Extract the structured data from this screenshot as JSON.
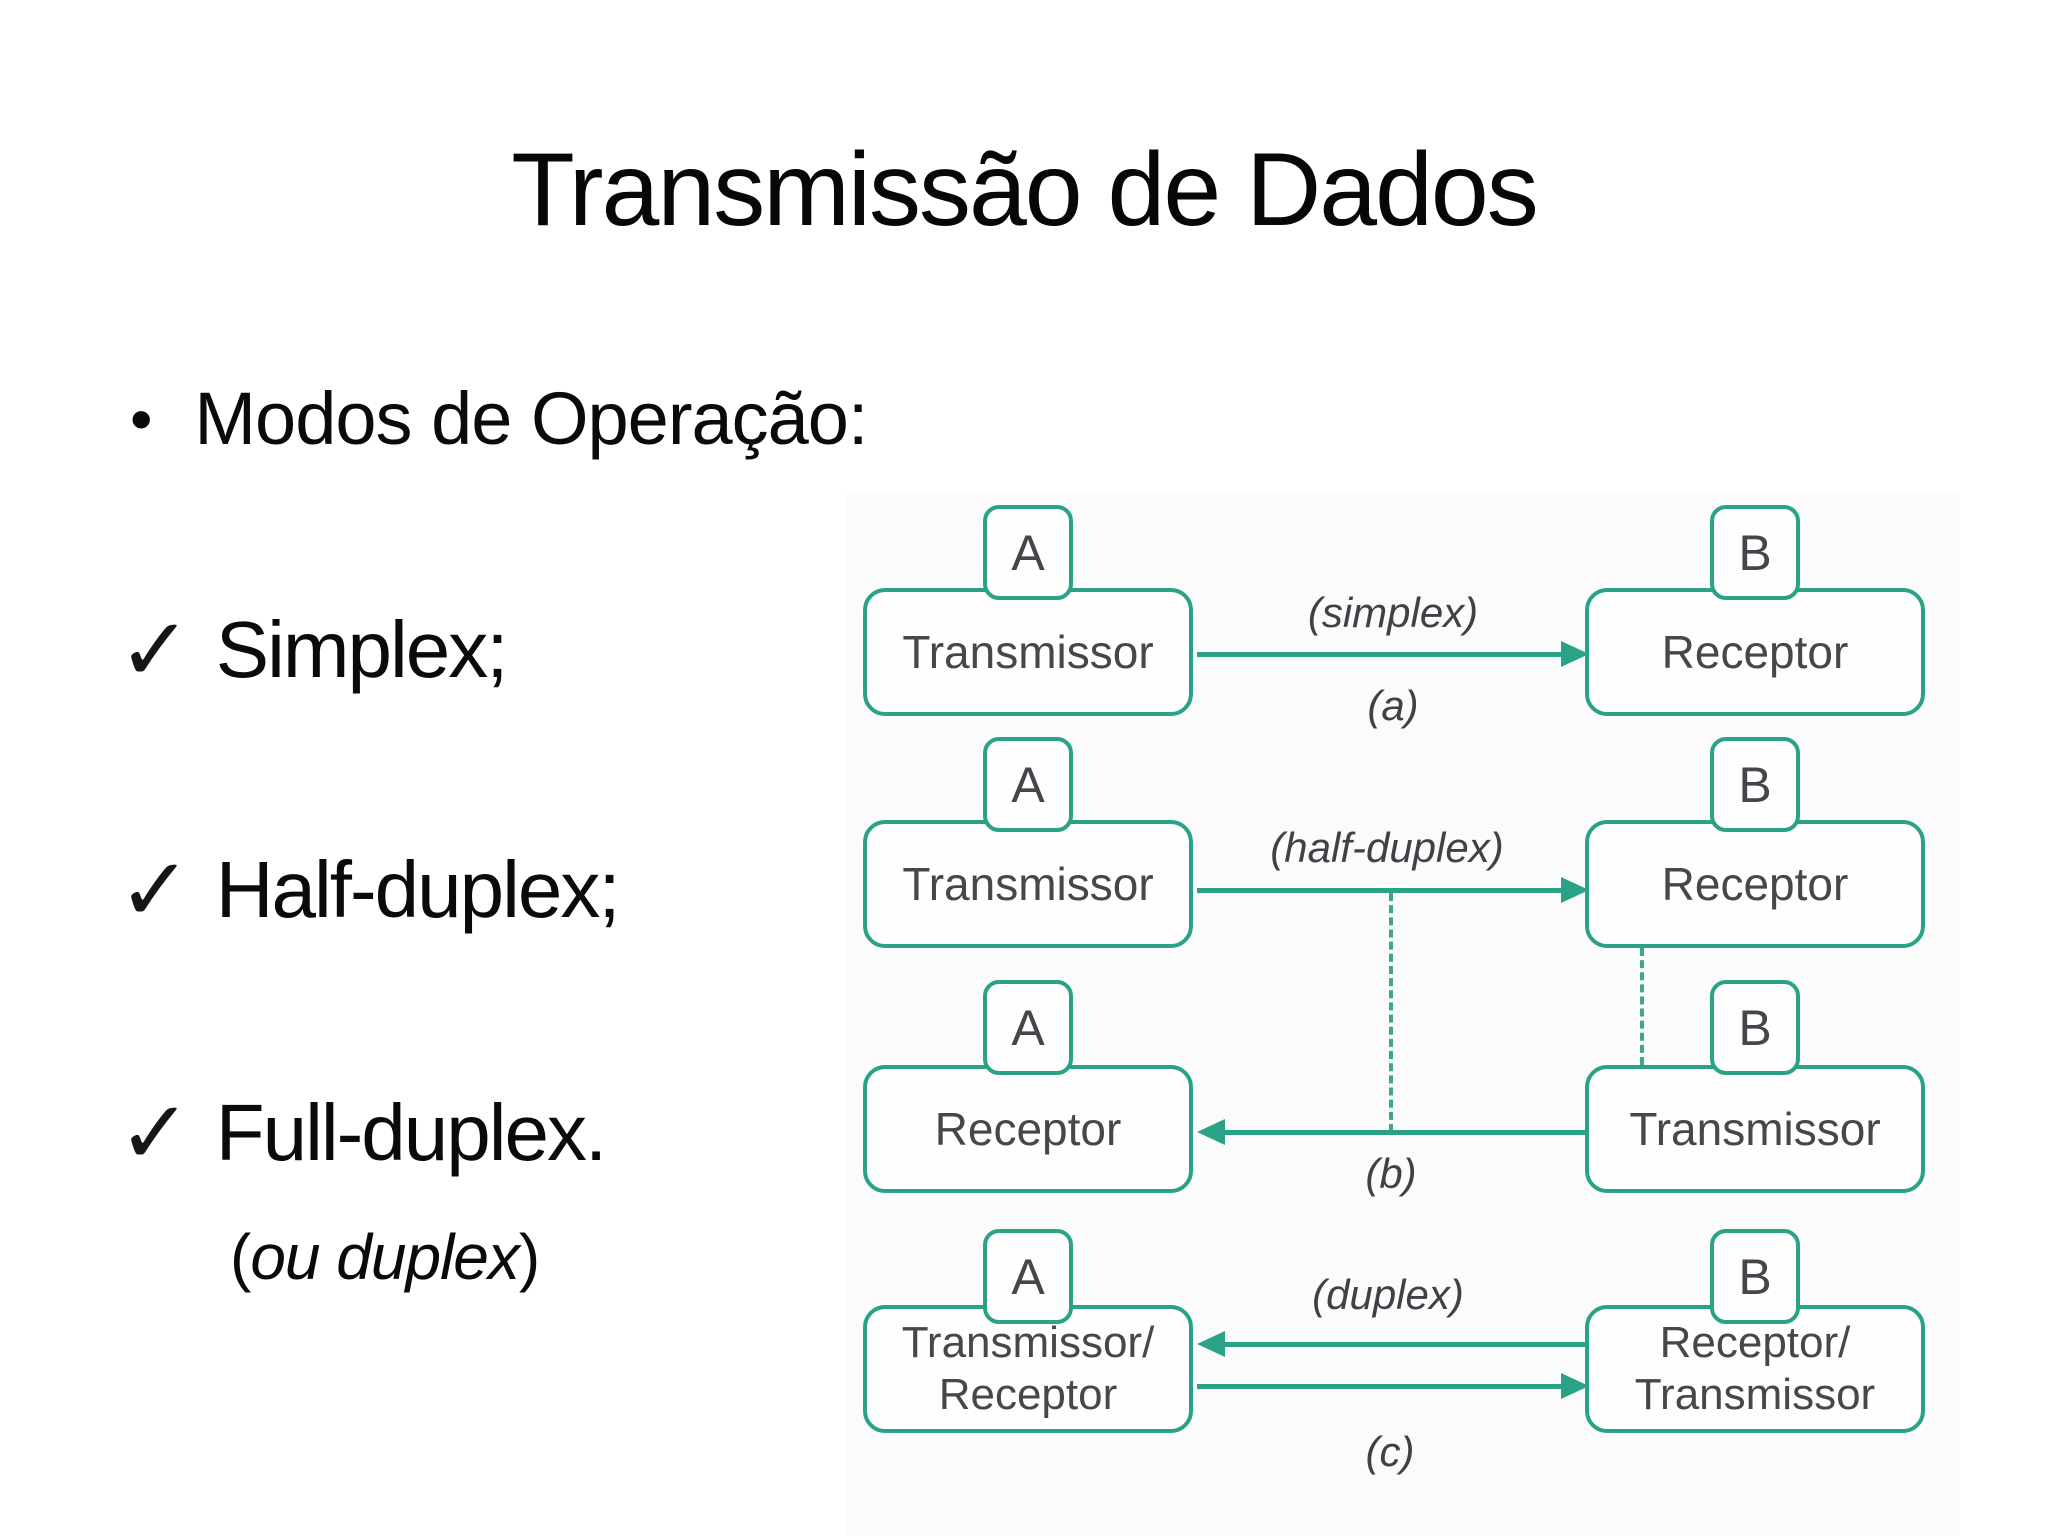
{
  "title": "Transmissão de Dados",
  "bullet": {
    "marker": "•",
    "text": "Modos de Operação:"
  },
  "checklist": [
    {
      "mark": "✓",
      "label": "Simplex;"
    },
    {
      "mark": "✓",
      "label": "Half-duplex;"
    },
    {
      "mark": "✓",
      "label": "Full-duplex."
    }
  ],
  "note": {
    "open": "(",
    "text": "ou duplex",
    "close": ")"
  },
  "colors": {
    "teal": "#2aa287",
    "dashed_teal": "#3fa68a",
    "box_fill": "#fdfefd",
    "box_text": "#45474b",
    "label_text": "#3e4247",
    "body_text": "#0a0a0a"
  },
  "diagram": {
    "rows": [
      {
        "name": "simplex",
        "left_tab": "A",
        "right_tab": "B",
        "left_box": "Transmissor",
        "right_box": "Receptor",
        "direction": "right",
        "top_label": "(simplex)",
        "bottom_label": "(a)"
      },
      {
        "name": "half-duplex-forward",
        "left_tab": "A",
        "right_tab": "B",
        "left_box": "Transmissor",
        "right_box": "Receptor",
        "direction": "right",
        "top_label": "(half-duplex)",
        "bottom_label": ""
      },
      {
        "name": "half-duplex-reverse",
        "left_tab": "A",
        "right_tab": "B",
        "left_box": "Receptor",
        "right_box": "Transmissor",
        "direction": "left",
        "top_label": "",
        "bottom_label": "(b)"
      },
      {
        "name": "duplex",
        "left_tab": "A",
        "right_tab": "B",
        "left_box_lines": [
          "Transmissor/",
          "Receptor"
        ],
        "right_box_lines": [
          "Receptor/",
          "Transmissor"
        ],
        "direction": "both",
        "top_label": "(duplex)",
        "bottom_label": "(c)"
      }
    ]
  }
}
